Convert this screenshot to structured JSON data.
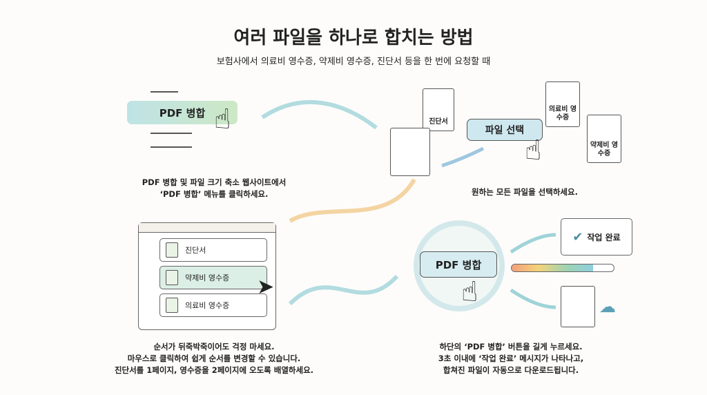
{
  "header": {
    "title": "여러 파일을 하나로 합치는 방법",
    "subtitle": "보험사에서 의료비 영수증, 약제비 영수증, 진단서 등을 한 번에 요청할 때"
  },
  "step1": {
    "button": "PDF 병합",
    "caption": [
      "PDF 병합 및 파일 크기 축소 웹사이트에서",
      "‘PDF 병합’ 메뉴를 클릭하세요."
    ]
  },
  "step2": {
    "docs": [
      "진단서",
      "의료비 영수증",
      "약제비 영수증"
    ],
    "button": "파일 선택",
    "caption": "원하는 모든 파일을 선택하세요."
  },
  "step3": {
    "items": [
      "진단서",
      "약제비 영수증",
      "의료비 영수증"
    ],
    "caption": [
      "순서가 뒤죽박죽이어도 걱정 마세요.",
      "마우스로 클릭하여 쉽게 순서를 변경할 수 있습니다.",
      "진단서를 1페이지, 영수증을 2페이지에 오도록 배열하세요."
    ]
  },
  "step4": {
    "button": "PDF 병합",
    "status": "작업 완료",
    "progress": 0.8,
    "caption": [
      "하단의 ‘PDF 병합’ 버튼을 길게 누르세요.",
      "3초 이내에 ‘작업 완료’ 메시지가 나타나고,",
      "합쳐진 파일이 자동으로 다운로드됩니다."
    ]
  },
  "colors": {
    "teal": "#8fcfd6",
    "orange": "#f3c07a",
    "green": "#bfe0b0"
  }
}
